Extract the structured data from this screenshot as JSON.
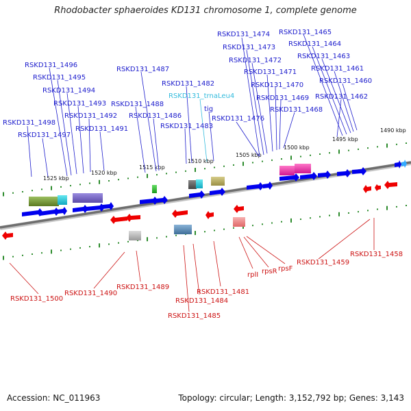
{
  "title": "Rhodobacter sphaeroides KD131 chromosome 1, complete genome",
  "footer": {
    "accession": "Accession: NC_011963",
    "summary": "Topology: circular; Length: 3,152,792 bp; Genes: 3,143"
  },
  "scale_ticks": [
    "1525 kbp",
    "1520 kbp",
    "1515 kbp",
    "1510 kbp",
    "1505 kbp",
    "1500 kbp",
    "1495 kbp",
    "1490 kbp"
  ],
  "forward_labels": [
    "RSKD131_1474",
    "RSKD131_1465",
    "RSKD131_1473",
    "RSKD131_1464",
    "RSKD131_1463",
    "RSKD131_1472",
    "RSKD131_1496",
    "RSKD131_1461",
    "RSKD131_1487",
    "RSKD131_1471",
    "RSKD131_1495",
    "RSKD131_1460",
    "RSKD131_1482",
    "RSKD131_1470",
    "RSKD131_1494",
    "RSKD131_1462",
    "RSKD131_trnaLeu4",
    "RSKD131_1469",
    "RSKD131_1493",
    "RSKD131_1488",
    "tig",
    "RSKD131_1468",
    "RSKD131_1492",
    "RSKD131_1486",
    "RSKD131_1476",
    "RSKD131_1498",
    "RSKD131_1483",
    "RSKD131_1491",
    "RSKD131_1497"
  ],
  "reverse_labels": [
    "RSKD131_1458",
    "RSKD131_1459",
    "rplI",
    "rpsR",
    "rpsF",
    "RSKD131_1489",
    "RSKD131_1481",
    "RSKD131_1490",
    "RSKD131_1500",
    "RSKD131_1484",
    "RSKD131_1485"
  ],
  "colors": {
    "forward_gene": "#0000ee",
    "reverse_gene": "#ee0000",
    "forward_label": "#1a1acc",
    "reverse_label": "#cc1111",
    "rna_label": "#33bbdd",
    "backbone": "#777777",
    "scale_tick": "#2a8a2a"
  }
}
